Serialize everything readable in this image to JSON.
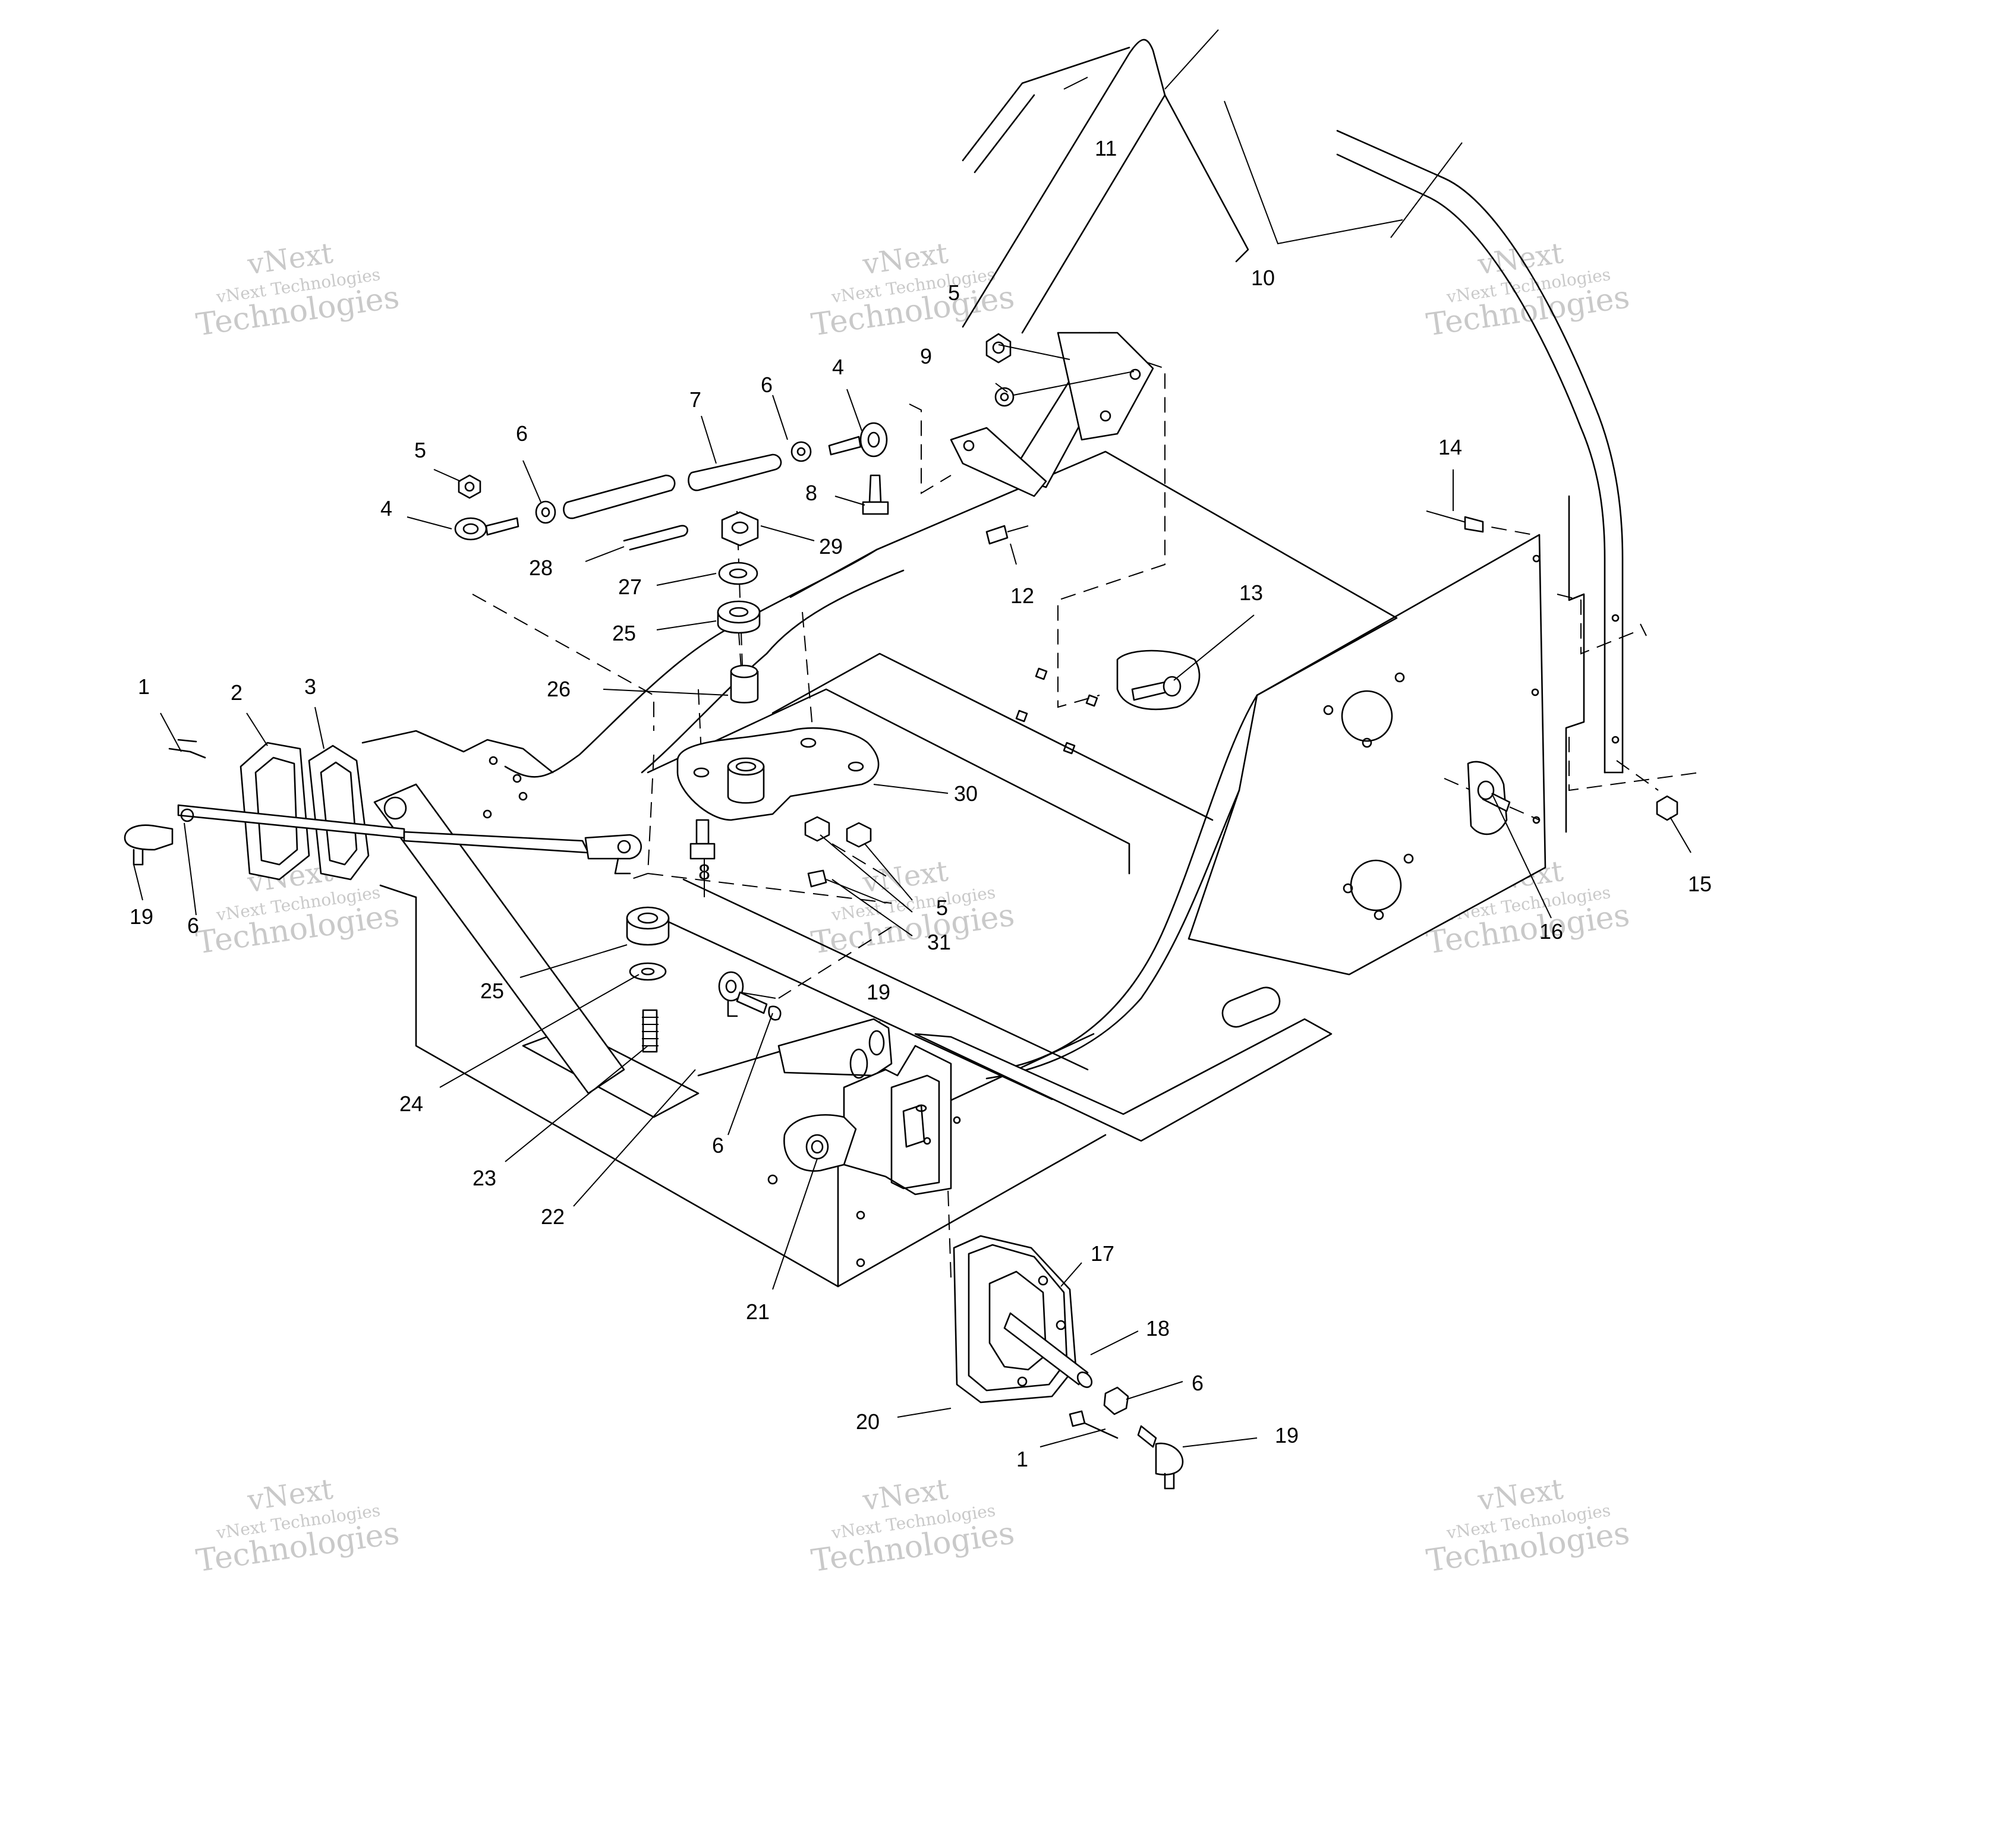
{
  "watermark": {
    "line1": "vNext",
    "line2": "vNext Technologies",
    "line3": "Technologies",
    "color": "#c9c9c9"
  },
  "callouts": [
    {
      "id": "c1a",
      "text": "1"
    },
    {
      "id": "c2",
      "text": "2"
    },
    {
      "id": "c3",
      "text": "3"
    },
    {
      "id": "c4a",
      "text": "4"
    },
    {
      "id": "c4b",
      "text": "4"
    },
    {
      "id": "c5a",
      "text": "5"
    },
    {
      "id": "c5b",
      "text": "5"
    },
    {
      "id": "c5c",
      "text": "5"
    },
    {
      "id": "c6a",
      "text": "6"
    },
    {
      "id": "c6b",
      "text": "6"
    },
    {
      "id": "c6c",
      "text": "6"
    },
    {
      "id": "c6d",
      "text": "6"
    },
    {
      "id": "c6e",
      "text": "6"
    },
    {
      "id": "c7",
      "text": "7"
    },
    {
      "id": "c8a",
      "text": "8"
    },
    {
      "id": "c8b",
      "text": "8"
    },
    {
      "id": "c9",
      "text": "9"
    },
    {
      "id": "c10",
      "text": "10"
    },
    {
      "id": "c11",
      "text": "11"
    },
    {
      "id": "c12",
      "text": "12"
    },
    {
      "id": "c13",
      "text": "13"
    },
    {
      "id": "c14",
      "text": "14"
    },
    {
      "id": "c15",
      "text": "15"
    },
    {
      "id": "c16",
      "text": "16"
    },
    {
      "id": "c17",
      "text": "17"
    },
    {
      "id": "c18",
      "text": "18"
    },
    {
      "id": "c19a",
      "text": "19"
    },
    {
      "id": "c19b",
      "text": "19"
    },
    {
      "id": "c19c",
      "text": "19"
    },
    {
      "id": "c20",
      "text": "20"
    },
    {
      "id": "c21",
      "text": "21"
    },
    {
      "id": "c22",
      "text": "22"
    },
    {
      "id": "c23",
      "text": "23"
    },
    {
      "id": "c24",
      "text": "24"
    },
    {
      "id": "c25a",
      "text": "25"
    },
    {
      "id": "c25b",
      "text": "25"
    },
    {
      "id": "c26",
      "text": "26"
    },
    {
      "id": "c27",
      "text": "27"
    },
    {
      "id": "c28",
      "text": "28"
    },
    {
      "id": "c29",
      "text": "29"
    },
    {
      "id": "c30",
      "text": "30"
    },
    {
      "id": "c31",
      "text": "31"
    },
    {
      "id": "c1b",
      "text": "1"
    }
  ]
}
